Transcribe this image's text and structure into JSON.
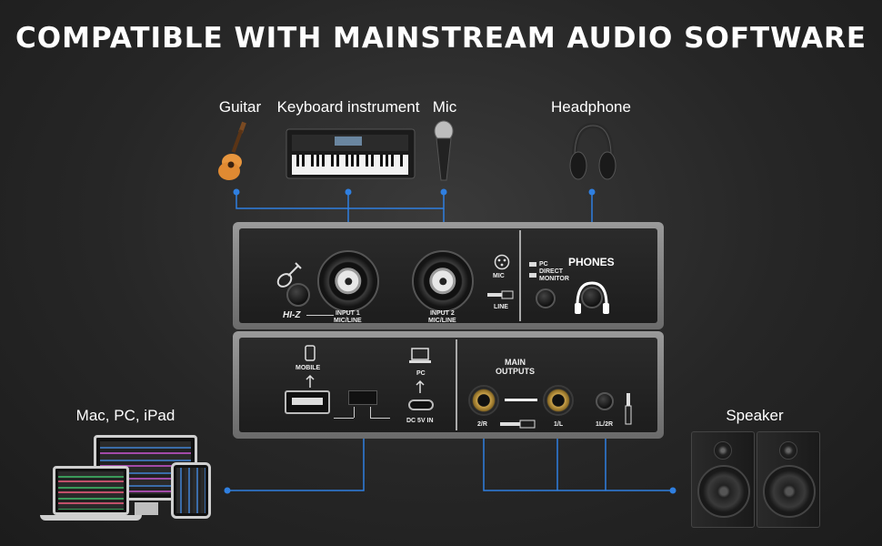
{
  "headline": "COMPATIBLE WITH MAINSTREAM AUDIO SOFTWARE",
  "instruments": {
    "guitar": "Guitar",
    "keyboard": "Keyboard instrument",
    "mic": "Mic",
    "headphone": "Headphone"
  },
  "devices": {
    "computers": "Mac, PC, iPad",
    "speaker": "Speaker"
  },
  "front_panel": {
    "hiz": "HI-Z",
    "input1": "INPUT 1\nMIC/LINE",
    "input2": "INPUT 2\nMIC/LINE",
    "mic": "MIC",
    "line": "LINE",
    "pc": "PC",
    "direct_monitor": "DIRECT\nMONITOR",
    "phones": "PHONES"
  },
  "back_panel": {
    "mobile": "MOBILE",
    "pc": "PC",
    "dc_in": "DC 5V IN",
    "main_outputs": "MAIN\nOUTPUTS",
    "out_2r": "2/R",
    "out_1l": "1/L",
    "out_1l2r": "1L/2R"
  },
  "colors": {
    "wire": "#2f7fe0",
    "background": "#2a2a2a"
  }
}
